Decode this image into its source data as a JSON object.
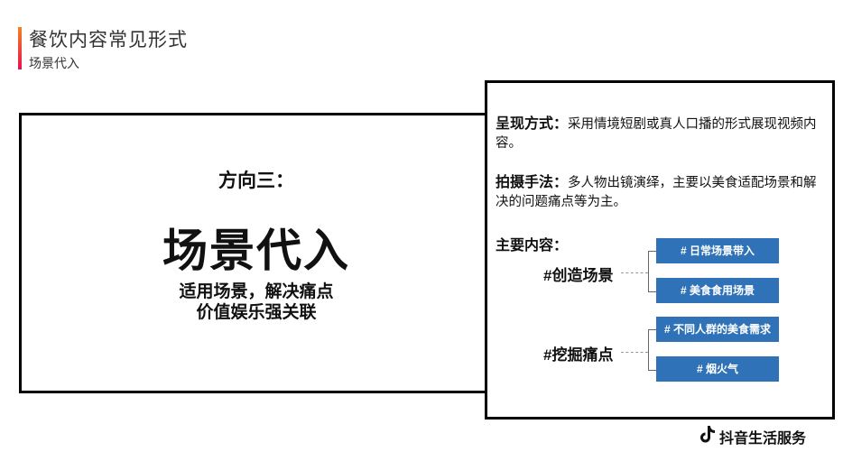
{
  "header": {
    "title": "餐饮内容常见形式",
    "subtitle": "场景代入",
    "accent_gradient": [
      "#f58220",
      "#e8104f"
    ]
  },
  "left_panel": {
    "direction": "方向三：",
    "title": "场景代入",
    "desc_line1": "适用场景，解决痛点",
    "desc_line2": "价值娱乐强关联"
  },
  "right_panel": {
    "presentation": {
      "label": "呈现方式：",
      "text": "采用情境短剧或真人口播的形式展现视频内容。"
    },
    "shooting": {
      "label": "拍摄手法：",
      "text": "多人物出镜演绎，主要以美食适配场景和解决的问题痛点等为主。"
    },
    "main_content_label": "主要内容：",
    "topics": [
      {
        "label": "#创造场景",
        "nodes": [
          "# 日常场景带入",
          "# 美食食用场景"
        ]
      },
      {
        "label": "#挖掘痛点",
        "nodes": [
          "# 不同人群的美食需求",
          "# 烟火气"
        ]
      }
    ],
    "node_color": "#2f72b8"
  },
  "footer": {
    "brand": "抖音生活服务",
    "brand_icon": "douyin-note-icon"
  }
}
